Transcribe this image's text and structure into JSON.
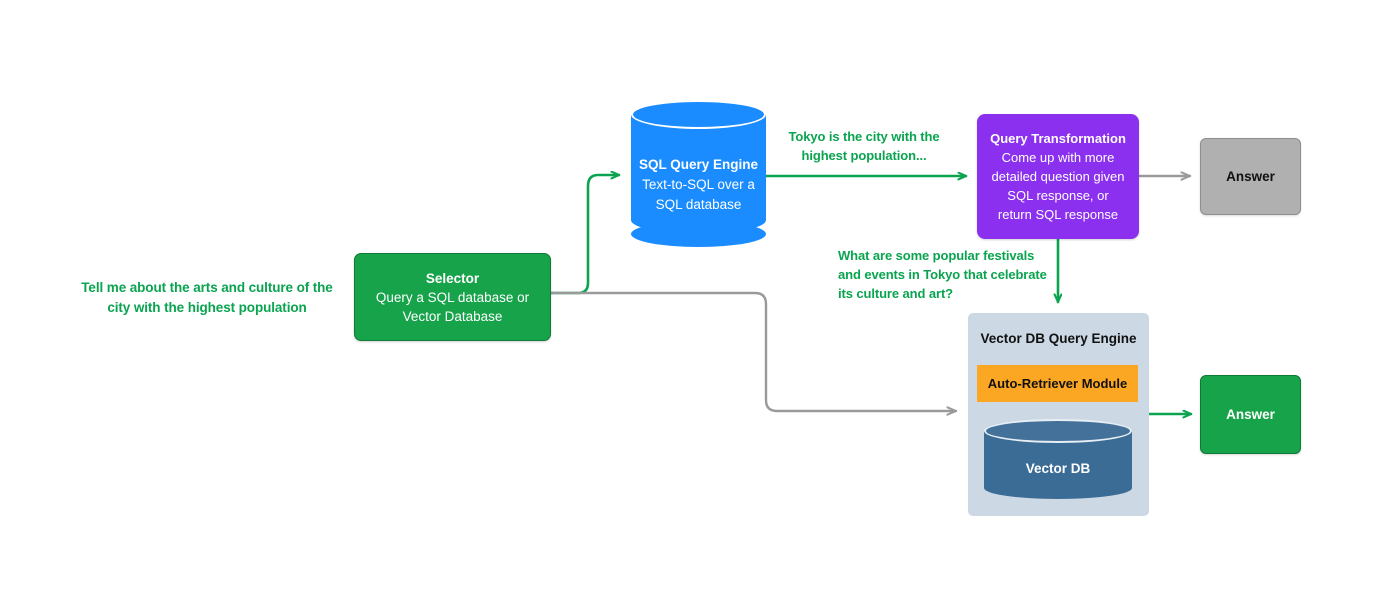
{
  "diagram": {
    "title": "Selector routing between SQL Query Engine and Vector DB Query Engine",
    "colors": {
      "green": "#16a34a",
      "green_text": "#0aa450",
      "blue": "#1a8cff",
      "purple": "#8b30ee",
      "gray": "#b0b0b0",
      "panel": "#ccd9e5",
      "orange": "#fba723",
      "vector_db": "#3b6c96"
    }
  },
  "prompt": {
    "text": "Tell me about the arts and culture of the city with the highest population"
  },
  "selector": {
    "title": "Selector",
    "line1": "Query a SQL database or",
    "line2": "Vector Database"
  },
  "sql_engine": {
    "title": "SQL Query Engine",
    "line1": "Text-to-SQL over a",
    "line2": "SQL database"
  },
  "edge_labels": {
    "sql_response": "Tokyo is the city with the highest population...",
    "sql_response_line1": "Tokyo is the city with the",
    "sql_response_line2": "highest population...",
    "transformed_query": "What are some popular festivals and events  in Tokyo that celebrate its culture and art?",
    "transformed_query_line1": "What are some popular festivals",
    "transformed_query_line2": "and events  in Tokyo that celebrate",
    "transformed_query_line3": "its culture and art?"
  },
  "query_transformation": {
    "title": "Query Transformation",
    "line1": "Come up with more",
    "line2": "detailed question given",
    "line3": "SQL response, or",
    "line4": "return SQL response"
  },
  "answer_top": {
    "label": "Answer"
  },
  "answer_bottom": {
    "label": "Answer"
  },
  "vector_panel": {
    "title": "Vector DB Query Engine",
    "auto_retriever": "Auto-Retriever Module",
    "vector_db": "Vector DB"
  }
}
